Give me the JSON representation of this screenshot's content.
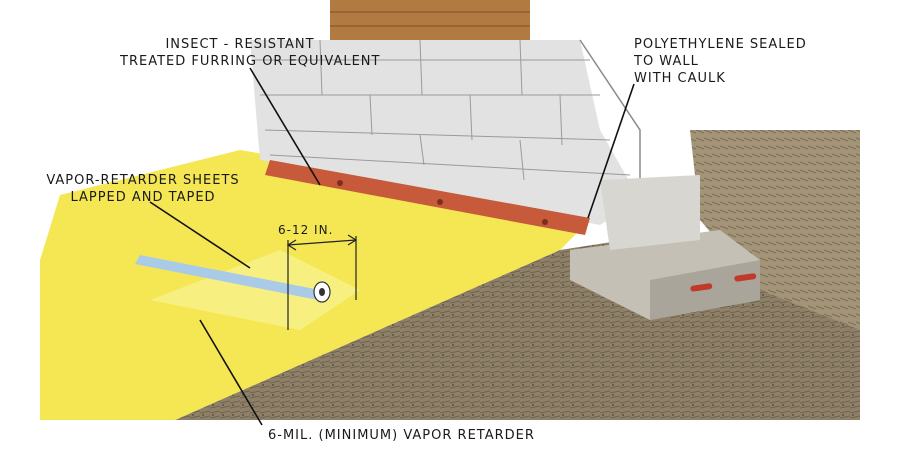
{
  "labels": {
    "insect_furring": [
      "INSECT - RESISTANT",
      "TREATED FURRING OR EQUIVALENT"
    ],
    "polyethylene": [
      "POLYETHYLENE SEALED",
      "TO WALL",
      "WITH CAULK"
    ],
    "vapor_sheets": [
      "VAPOR-RETARDER SHEETS",
      "LAPPED AND TAPED"
    ],
    "lap_dimension": "6-12 IN.",
    "vapor_retarder": "6-MIL. (MINIMUM) VAPOR RETARDER"
  },
  "colors": {
    "vapor_retarder_yellow": "#f4e64a",
    "gravel_brown": "#8a7a60",
    "block_gray": "#d4d4d4",
    "furring_red": "#c75a3a",
    "footing_gray": "#b8b4ac",
    "rebar_red": "#c0392b",
    "tape_blue": "#a9cbe8",
    "wood_brown": "#a0703a"
  }
}
